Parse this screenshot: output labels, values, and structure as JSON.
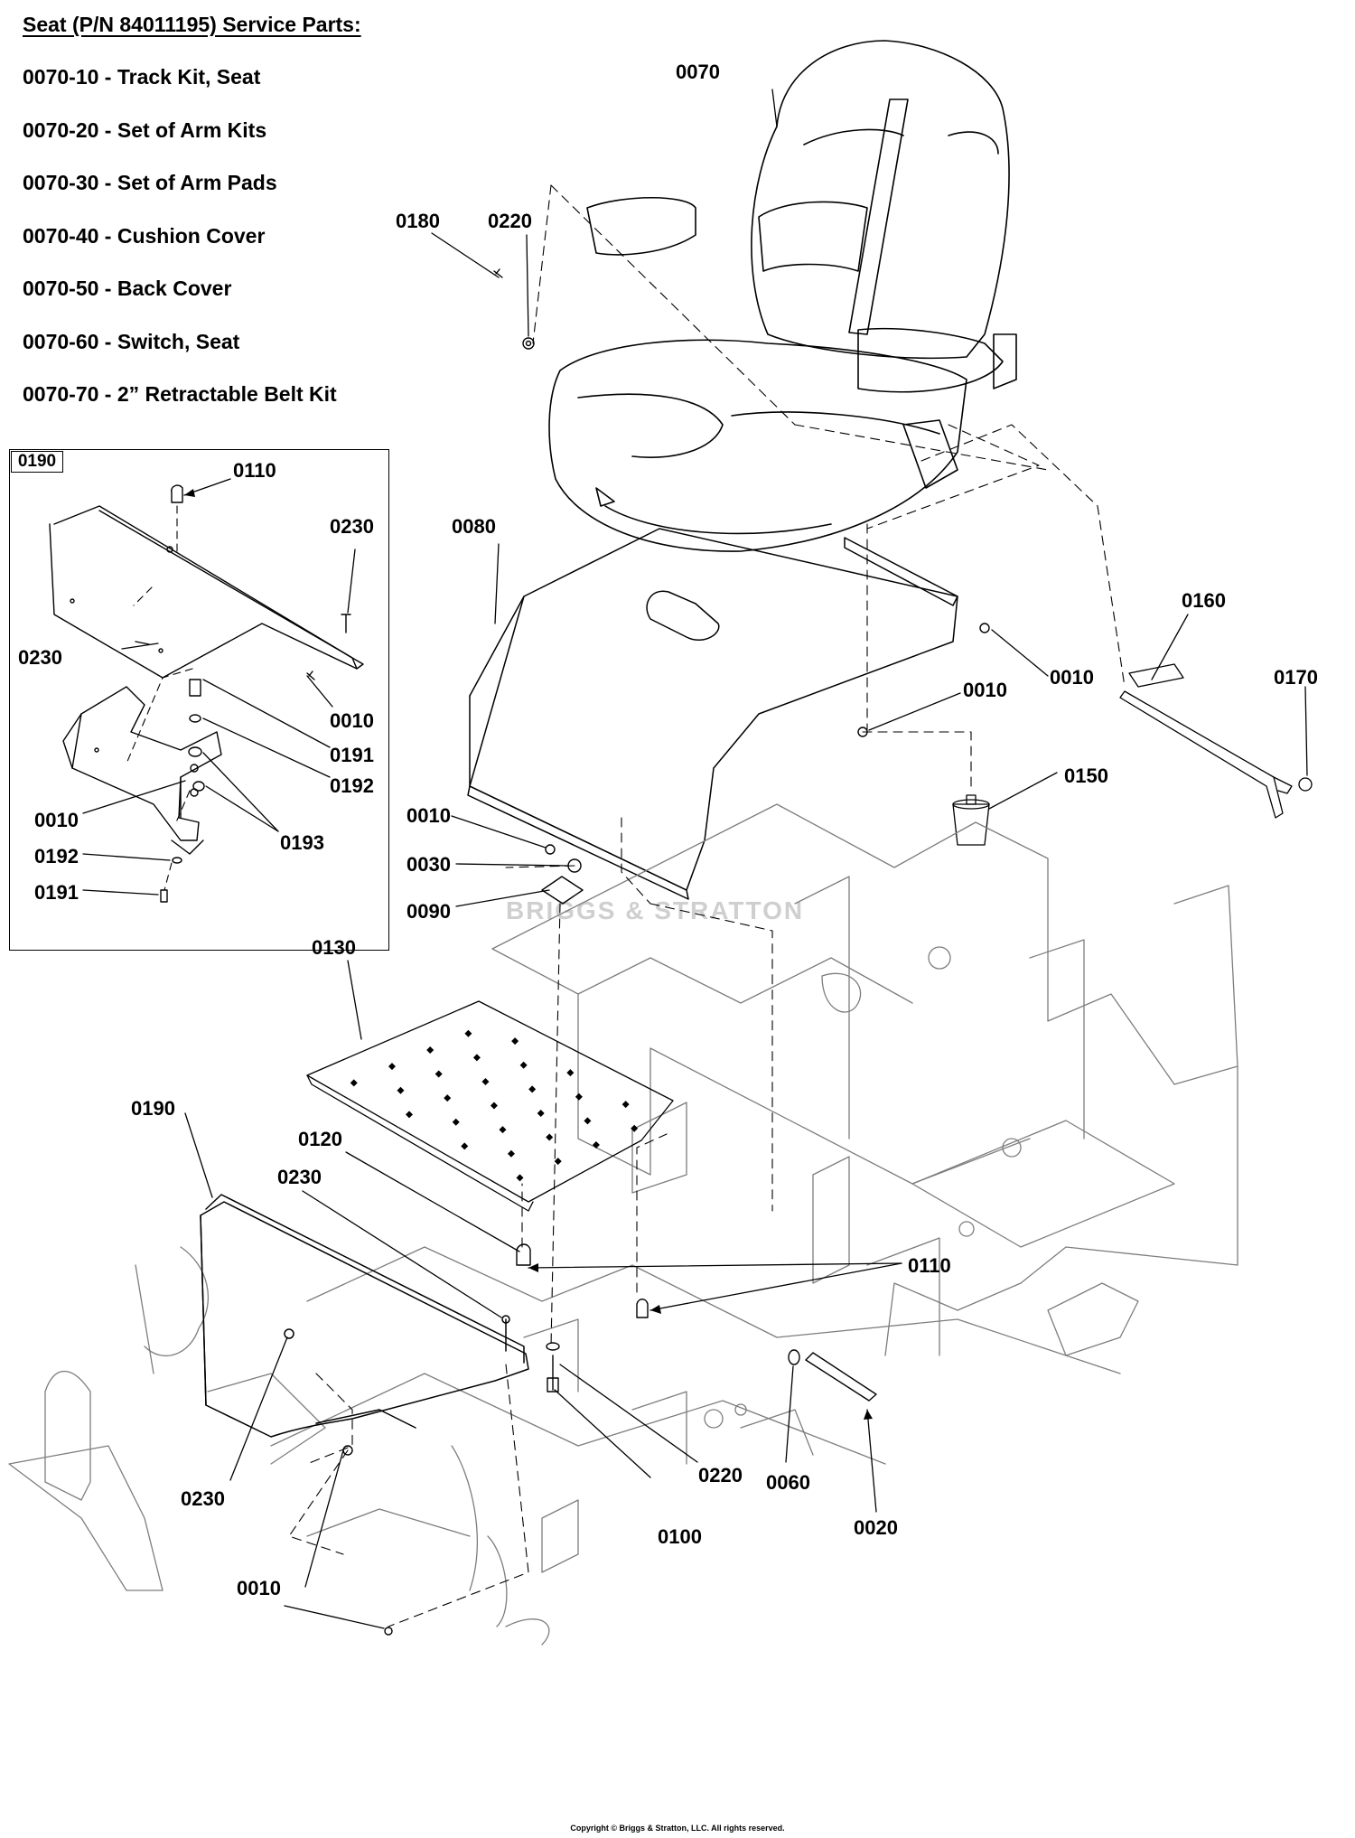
{
  "header": "Seat (P/N 84011195) Service Parts:",
  "service_parts": [
    "0070-10 - Track Kit, Seat",
    "0070-20 - Set of Arm Kits",
    "0070-30 - Set of Arm Pads",
    "0070-40 - Cushion Cover",
    "0070-50 - Back Cover",
    "0070-60 - Switch, Seat",
    "0070-70 - 2” Retractable Belt Kit"
  ],
  "inset_tag": "0190",
  "watermark": "BRIGGS & STRATTON",
  "callouts": {
    "c0070": "0070",
    "c0180": "0180",
    "c0220a": "0220",
    "c0080": "0080",
    "c0160": "0160",
    "c0010a": "0010",
    "c0170": "0170",
    "c0010b": "0010",
    "c0150": "0150",
    "c0010c": "0010",
    "c0030": "0030",
    "c0090": "0090",
    "c0130": "0130",
    "c0190": "0190",
    "c0120": "0120",
    "c0230a": "0230",
    "c0110": "0110",
    "c0220b": "0220",
    "c0060": "0060",
    "c0020": "0020",
    "c0100": "0100",
    "c0230b": "0230",
    "c0010d": "0010",
    "i0110": "0110",
    "i0230a": "0230",
    "i0230b": "0230",
    "i0010a": "0010",
    "i0191a": "0191",
    "i0192a": "0192",
    "i0010b": "0010",
    "i0193": "0193",
    "i0192b": "0192",
    "i0191b": "0191"
  },
  "copyright": "Copyright © Briggs & Stratton, LLC. All rights reserved."
}
